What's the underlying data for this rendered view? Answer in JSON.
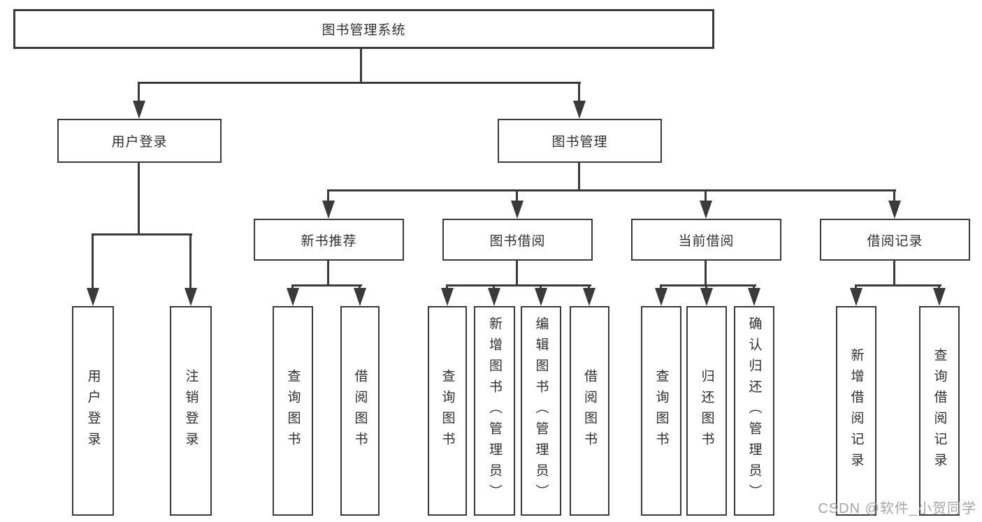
{
  "watermark": "CSDN @软件_小贺同学",
  "colors": {
    "line": "#3a3a3a",
    "box_border": "#3a3a3a",
    "box_background": "#ffffff",
    "text": "#2f2f2f",
    "watermark": "#a6a6a6"
  },
  "tree": {
    "label": "图书管理系统",
    "children": [
      {
        "label": "用户登录",
        "children": [
          {
            "label": "用户登录"
          },
          {
            "label": "注销登录"
          }
        ]
      },
      {
        "label": "图书管理",
        "children": [
          {
            "label": "新书推荐",
            "children": [
              {
                "label": "查询图书"
              },
              {
                "label": "借阅图书"
              }
            ]
          },
          {
            "label": "图书借阅",
            "children": [
              {
                "label": "查询图书"
              },
              {
                "label": "新增图书（管理员）"
              },
              {
                "label": "编辑图书（管理员）"
              },
              {
                "label": "借阅图书"
              }
            ]
          },
          {
            "label": "当前借阅",
            "children": [
              {
                "label": "查询图书"
              },
              {
                "label": "归还图书"
              },
              {
                "label": "确认归还（管理员）"
              }
            ]
          },
          {
            "label": "借阅记录",
            "children": [
              {
                "label": "新增借阅记录"
              },
              {
                "label": "查询借阅记录"
              }
            ]
          }
        ]
      }
    ]
  }
}
